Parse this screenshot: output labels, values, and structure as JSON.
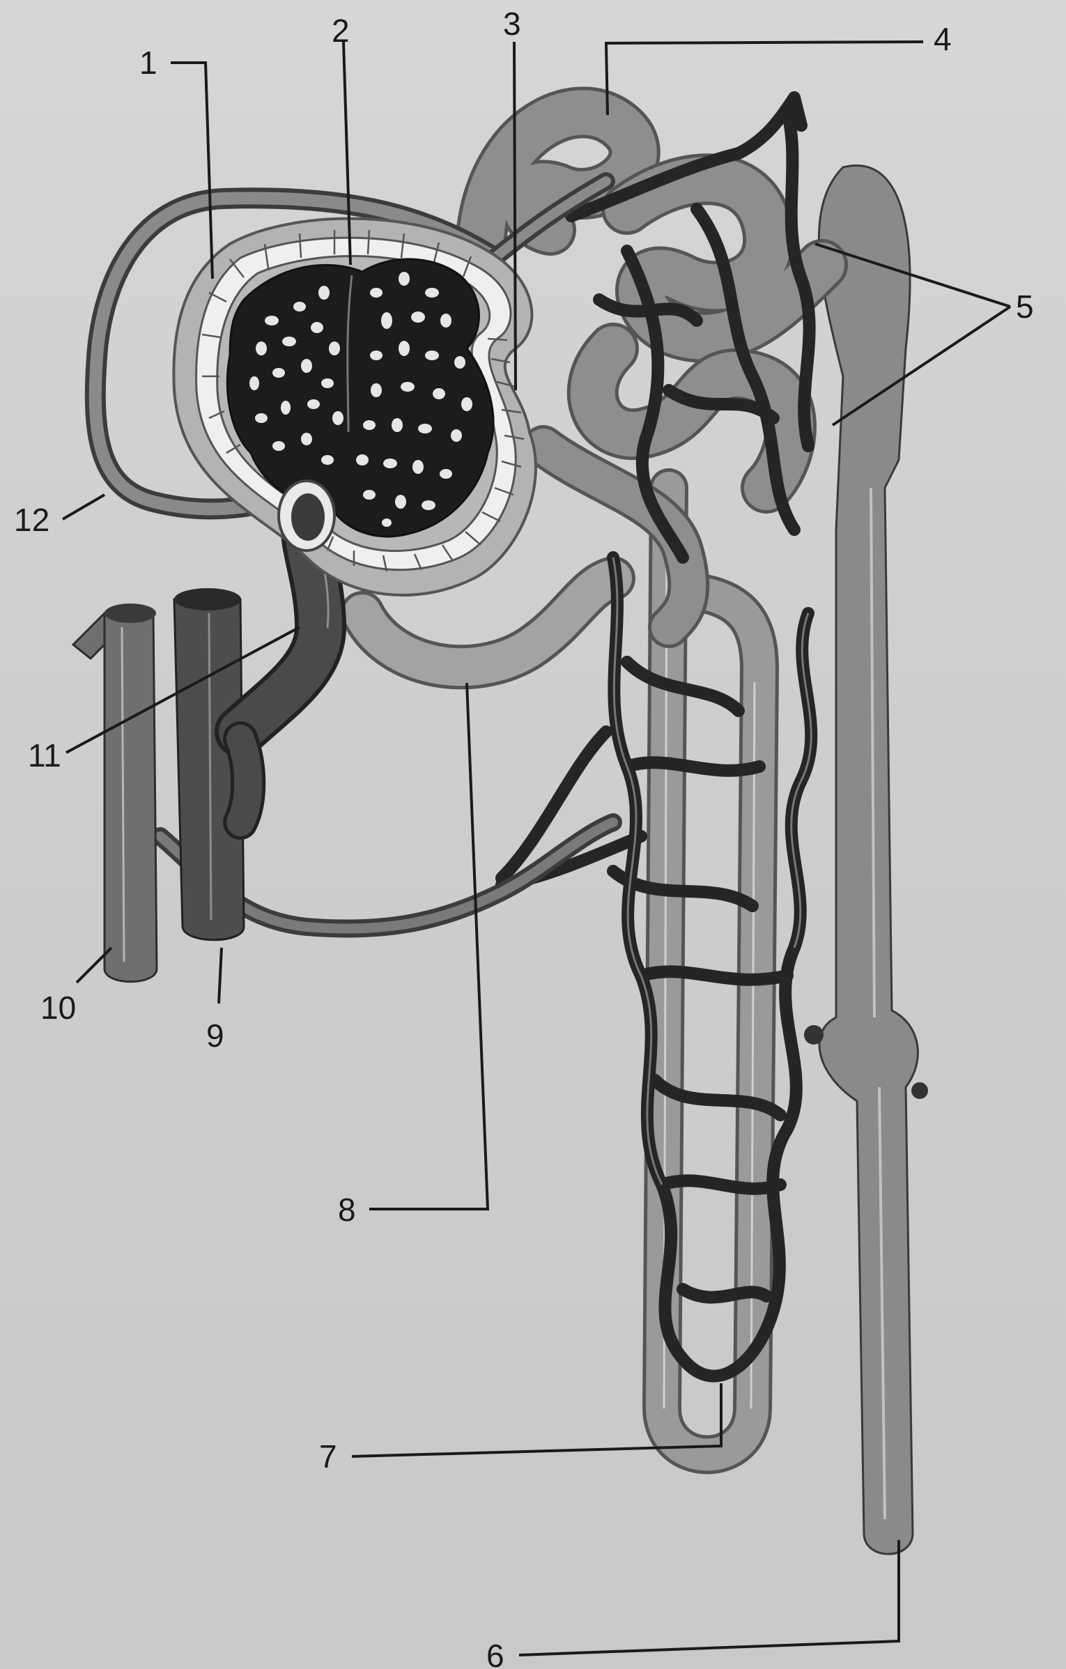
{
  "diagram": {
    "labels": [
      {
        "id": "l1",
        "text": "1"
      },
      {
        "id": "l2",
        "text": "2"
      },
      {
        "id": "l3",
        "text": "3"
      },
      {
        "id": "l4",
        "text": "4"
      },
      {
        "id": "l5",
        "text": "5"
      },
      {
        "id": "l6",
        "text": "6"
      },
      {
        "id": "l7",
        "text": "7"
      },
      {
        "id": "l8",
        "text": "8"
      },
      {
        "id": "l9",
        "text": "9"
      },
      {
        "id": "l10",
        "text": "10"
      },
      {
        "id": "l11",
        "text": "11"
      },
      {
        "id": "l12",
        "text": "12"
      }
    ],
    "colors": {
      "tubule": "#8c8c8c",
      "tubule_light": "#a9a9a9",
      "vessel_dark": "#2b2b2b",
      "vessel_mid": "#5e5e5e",
      "leader": "#1a1a1a"
    }
  }
}
